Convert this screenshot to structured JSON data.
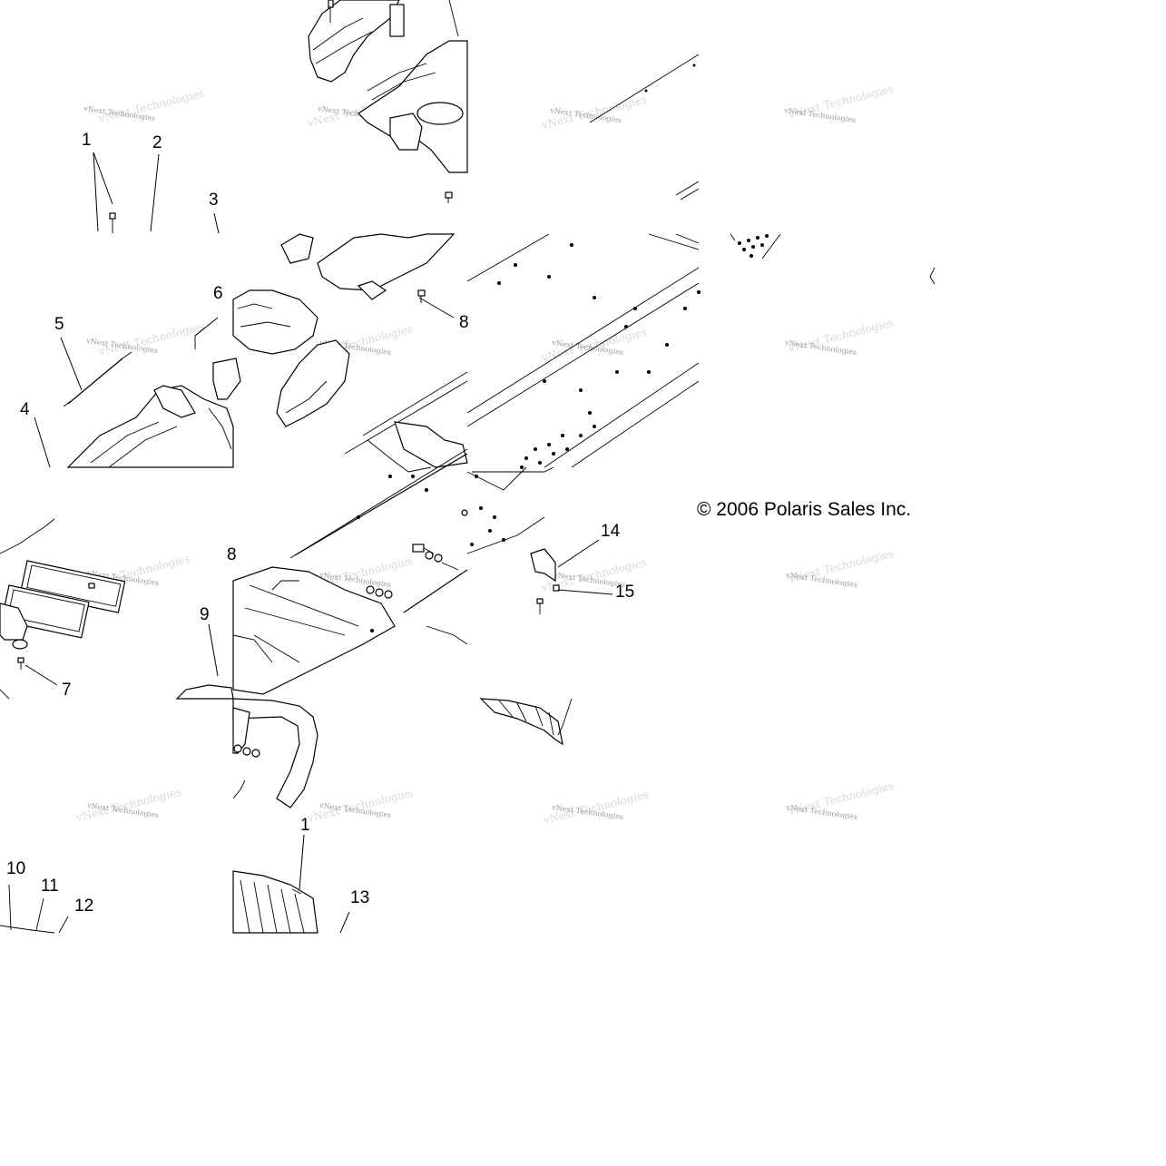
{
  "diagram": {
    "copyright": "© 2006 Polaris Sales Inc.",
    "watermark_primary": "vNext Technologies",
    "watermark_faint": "vNext Technologies",
    "callouts": [
      {
        "id": "c1a",
        "text": "1"
      },
      {
        "id": "c2",
        "text": "2"
      },
      {
        "id": "c3",
        "text": "3"
      },
      {
        "id": "c4",
        "text": "4"
      },
      {
        "id": "c5",
        "text": "5"
      },
      {
        "id": "c6",
        "text": "6"
      },
      {
        "id": "c7",
        "text": "7"
      },
      {
        "id": "c8",
        "text": "8"
      },
      {
        "id": "c8b",
        "text": "8"
      },
      {
        "id": "c9",
        "text": "9"
      },
      {
        "id": "c10",
        "text": "10"
      },
      {
        "id": "c11",
        "text": "11"
      },
      {
        "id": "c12",
        "text": "12"
      },
      {
        "id": "c1b",
        "text": "1"
      },
      {
        "id": "c13",
        "text": "13"
      },
      {
        "id": "c14",
        "text": "14"
      },
      {
        "id": "c15",
        "text": "15"
      }
    ]
  }
}
